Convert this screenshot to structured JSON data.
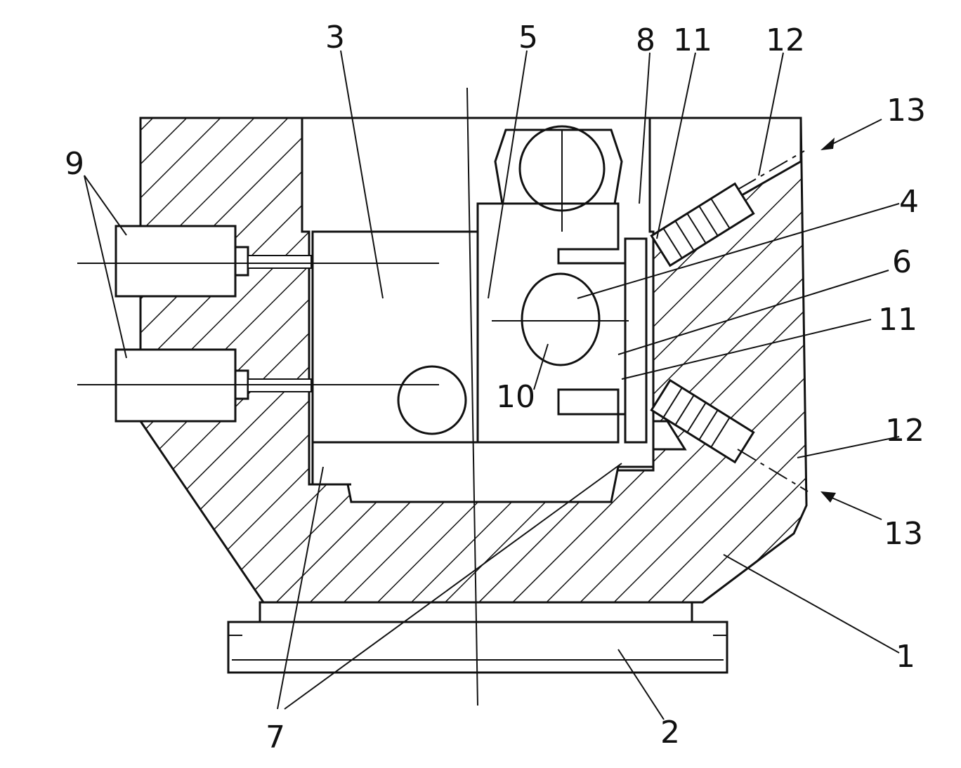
{
  "figure": {
    "labels": {
      "l1": "1",
      "l2": "2",
      "l3": "3",
      "l4": "4",
      "l5": "5",
      "l6": "6",
      "l7": "7",
      "l8": "8",
      "l9": "9",
      "l10": "10",
      "l11a": "11",
      "l11b": "11",
      "l12a": "12",
      "l12b": "12",
      "l13a": "13",
      "l13b": "13"
    }
  },
  "colors": {
    "line": "#111111",
    "background": "#ffffff"
  }
}
